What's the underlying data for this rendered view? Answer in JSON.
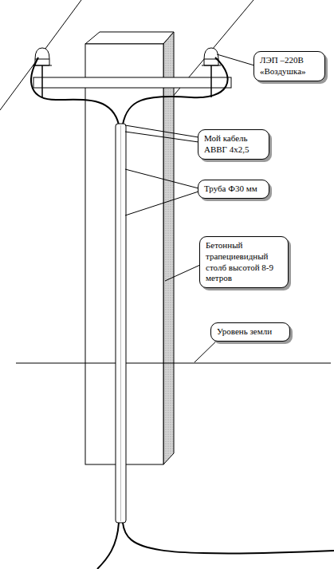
{
  "diagram": {
    "nodes": [
      {
        "text": [
          "ЛЭП –220В «Воздушка»"
        ]
      },
      {
        "text": [
          "Мой кабель АВВГ 4х2,5"
        ]
      },
      {
        "text": [
          "Труба Ф30 мм"
        ]
      },
      {
        "text": [
          "Бетонный трапециевидный столб высотой 8-9 метров"
        ]
      },
      {
        "text": [
          "Уровень земли"
        ]
      }
    ]
  }
}
